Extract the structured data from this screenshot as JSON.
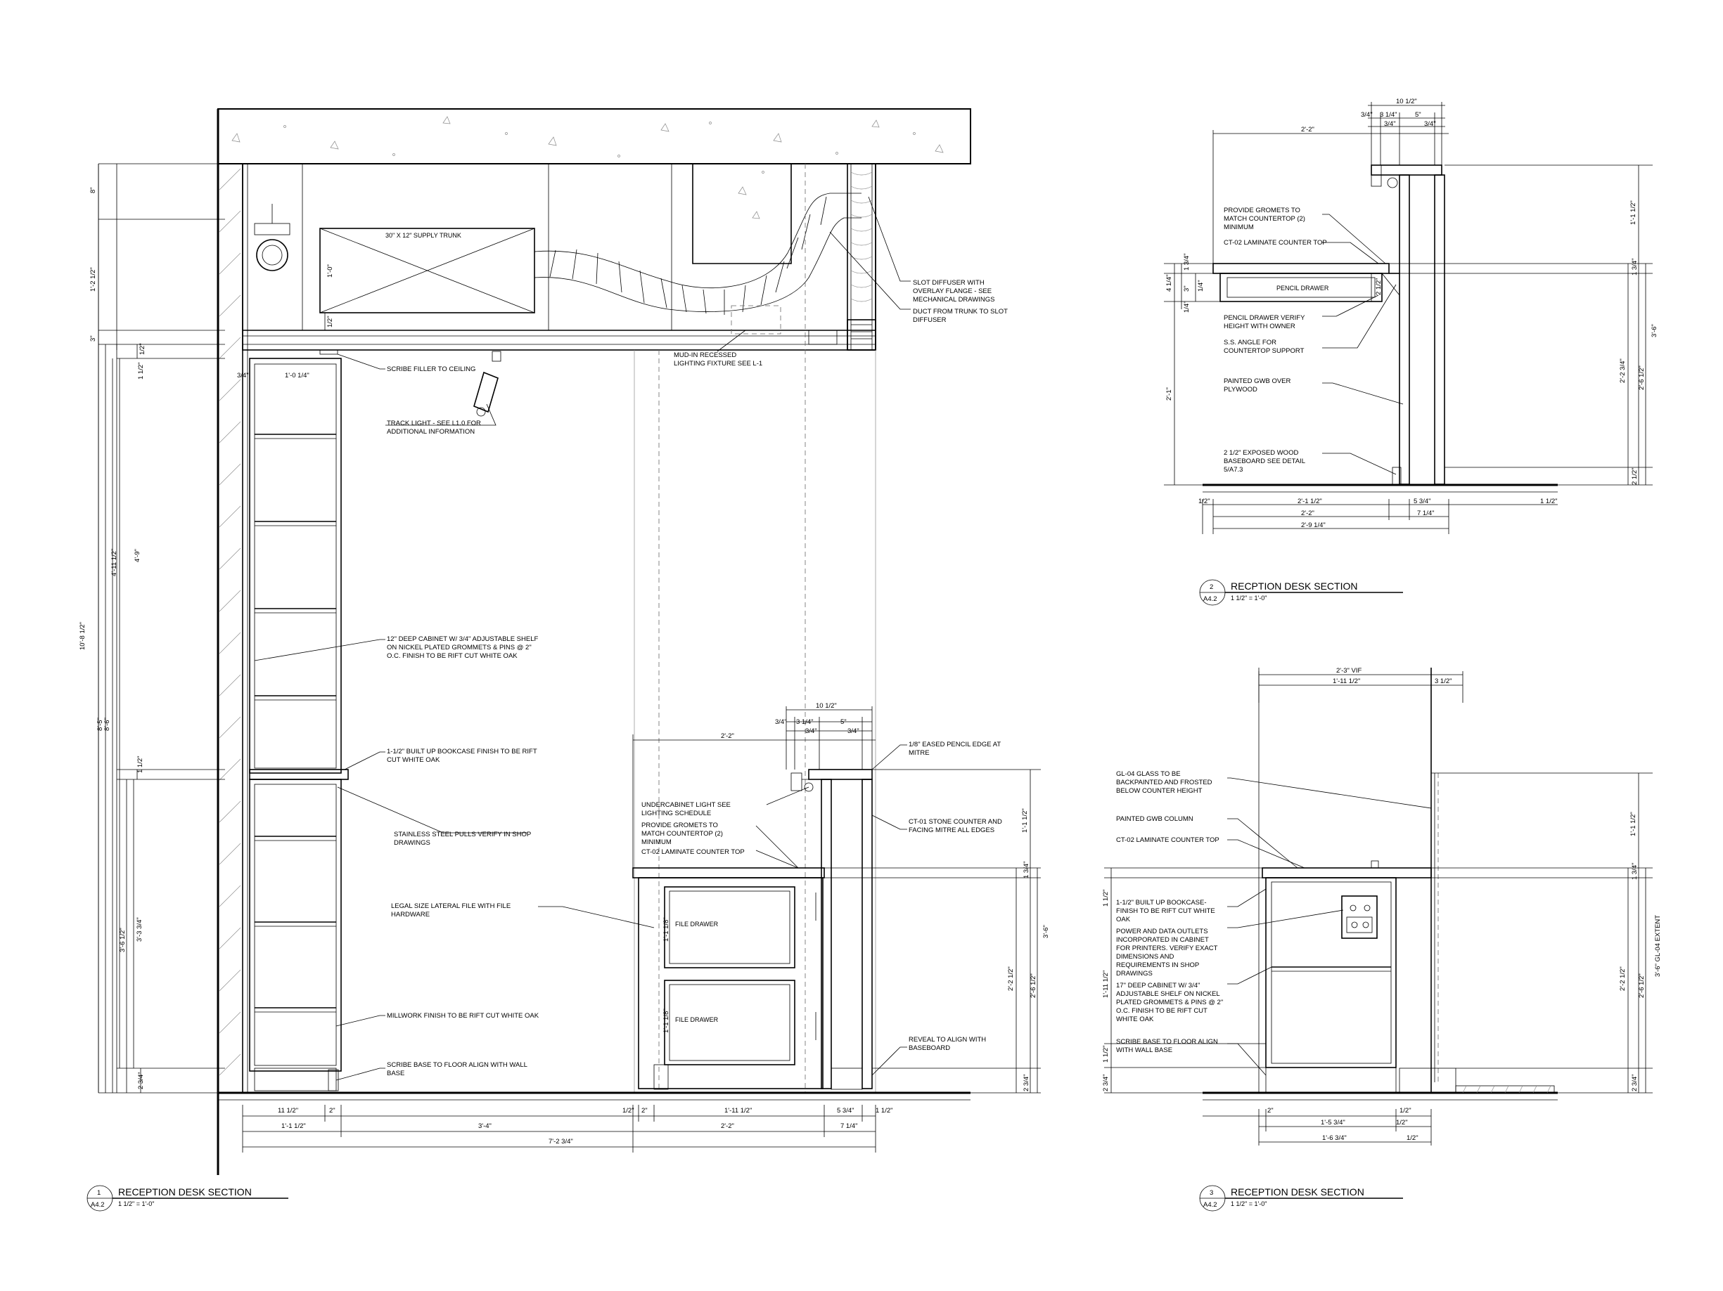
{
  "detail1": {
    "title": "RECEPTION DESK SECTION",
    "number": "1",
    "sheet": "A4.2",
    "scale": "1 1/2\" = 1'-0\"",
    "labels": {
      "supply_trunk": "30\" X 12\" SUPPLY TRUNK",
      "file_drawer_1": "FILE DRAWER",
      "file_drawer_2": "FILE DRAWER"
    },
    "notes": {
      "slot_diffuser": [
        "SLOT DIFFUSER WITH",
        "OVERLAY FLANGE - SEE",
        "MECHANICAL DRAWINGS"
      ],
      "duct_trunk": [
        "DUCT FROM TRUNK TO SLOT",
        "DIFFUSER"
      ],
      "mud_in": [
        "MUD-IN RECESSED",
        "LIGHTING FIXTURE SEE L-1"
      ],
      "scribe_filler": [
        "SCRIBE FILLER TO CEILING"
      ],
      "track_light": [
        "TRACK LIGHT - SEE L1.0 FOR",
        "ADDITIONAL INFORMATION"
      ],
      "cabinet_12": [
        "12\" DEEP CABINET W/ 3/4\" ADJUSTABLE SHELF",
        "ON NICKEL PLATED GROMMETS & PINS @ 2\"",
        "O.C. FINISH TO BE RIFT CUT WHITE OAK"
      ],
      "bookcase": [
        "1-1/2\" BUILT UP BOOKCASE FINISH TO BE RIFT",
        "CUT WHITE OAK"
      ],
      "pulls": [
        "STAINLESS STEEL PULLS VERIFY IN SHOP",
        "DRAWINGS"
      ],
      "lateral_file": [
        "LEGAL SIZE LATERAL FILE WITH FILE",
        "HARDWARE"
      ],
      "millwork": [
        "MILLWORK FINISH TO BE RIFT CUT WHITE OAK"
      ],
      "scribe_base": [
        "SCRIBE BASE TO FLOOR ALIGN WITH WALL",
        "BASE"
      ],
      "undercabinet": [
        "UNDERCABINET LIGHT SEE",
        "LIGHTING SCHEDULE"
      ],
      "grommets": [
        "PROVIDE GROMETS TO",
        "MATCH COUNTERTOP (2)",
        "MINIMUM"
      ],
      "ct02": [
        "CT-02 LAMINATE COUNTER TOP"
      ],
      "pencil_edge": [
        "1/8\" EASED PENCIL EDGE AT",
        "MITRE"
      ],
      "ct01": [
        "CT-01 STONE COUNTER AND",
        "FACING MITRE ALL EDGES"
      ],
      "reveal": [
        "REVEAL TO ALIGN WITH",
        "BASEBOARD"
      ]
    },
    "dims": {
      "d8": "8\"",
      "d1_2_1_2": "1'-2 1/2\"",
      "d3": "3\"",
      "d1_0": "1'-0\"",
      "d1_2": "1/2\"",
      "d1_1_2": "1 1/2\"",
      "d3_4": "3/4\"",
      "d1_0_1_4": "1'-0 1/4\"",
      "d10_8_1_2": "10'-8 1/2\"",
      "d8_5": "8'-5\"",
      "d8_6": "8'-6\"",
      "d4_11_1_2": "4'-11 1/2\"",
      "d4_9": "4'-9\"",
      "d1_1_2b": "1 1/2\"",
      "d3_6_1_2": "3'-6 1/2\"",
      "d3_3_3_4": "3'-3 3/4\"",
      "d2_3_4": "2 3/4\"",
      "d1_1_2c": "1'-1 1/2\"",
      "d1_1_2_right": "1'-1 1/2\"",
      "d3_6": "3'-6\"",
      "d2_2_1_2": "2'-2 1/2\"",
      "d2_6_1_2": "2'-6 1/2\"",
      "d1_3_4": "1 3/4\"",
      "d2_3_4b": "2 3/4\"",
      "d1_1_1_8a": "1'-1 1/8\"",
      "d1_1_1_8b": "1'-1 1/8\"",
      "d10_1_2": "10 1/2\"",
      "d3_4a": "3/4\"",
      "d3_1_4": "3 1/4\"",
      "d5": "5\"",
      "d3_4b": "3/4\"",
      "d3_4c": "3/4\"",
      "d2_2": "2'-2\"",
      "b11_1_2": "11 1/2\"",
      "b2": "2\"",
      "b1_2": "1/2\"",
      "b2b": "2\"",
      "b1_11_1_2": "1'-11 1/2\"",
      "b5_3_4": "5 3/4\"",
      "b1_1_2": "1 1/2\"",
      "b1_1_1_2": "1'-1 1/2\"",
      "b3_4": "3'-4\"",
      "b2_2": "2'-2\"",
      "b7_1_4": "7 1/4\"",
      "b7_2_3_4": "7'-2 3/4\""
    }
  },
  "detail2": {
    "title": "RECPTION DESK SECTION",
    "number": "2",
    "sheet": "A4.2",
    "scale": "1 1/2\" = 1'-0\"",
    "labels": {
      "pencil_drawer": "PENCIL DRAWER"
    },
    "notes": {
      "grommets": [
        "PROVIDE GROMETS TO",
        "MATCH COUNTERTOP (2)",
        "MINIMUM"
      ],
      "ct02": [
        "CT-02 LAMINATE COUNTER TOP"
      ],
      "pencil_verify": [
        "PENCIL DRAWER VERIFY",
        "HEIGHT WITH OWNER"
      ],
      "ss_angle": [
        "S.S. ANGLE FOR",
        "COUNTERTOP SUPPORT"
      ],
      "gwb": [
        "PAINTED GWB OVER",
        "PLYWOOD"
      ],
      "baseboard": [
        "2 1/2\" EXPOSED WOOD",
        "BASEBOARD SEE DETAIL",
        "5/A7.3"
      ]
    },
    "dims": {
      "t10_1_2": "10 1/2\"",
      "t3_4": "3/4\"",
      "t3_1_4": "3 1/4\"",
      "t5": "5\"",
      "t3_4b": "3/4\"",
      "t3_4c": "3/4\"",
      "t2_2": "2'-2\"",
      "l4_1_4": "4 1/4\"",
      "l3": "3\"",
      "l1_4": "1/4\"",
      "l1_4b": "1/4\"",
      "l1_3_4": "1 3/4\"",
      "l2_1": "2'-1\"",
      "i2_1_2": "2 1/2\"",
      "r1_1_1_2": "1'-1 1/2\"",
      "r1_3_4": "1 3/4\"",
      "r2_2_3_4": "2'-2 3/4\"",
      "r2_6_1_2": "2'-6 1/2\"",
      "r2_1_2": "2 1/2\"",
      "r3_6": "3'-6\"",
      "b1_2": "1/2\"",
      "b2_1_1_2": "2'-1 1/2\"",
      "b5_3_4": "5 3/4\"",
      "b1_1_2": "1 1/2\"",
      "b2_2": "2'-2\"",
      "b7_1_4": "7 1/4\"",
      "b2_9_1_4": "2'-9 1/4\""
    }
  },
  "detail3": {
    "title": "RECEPTION DESK SECTION",
    "number": "3",
    "sheet": "A4.2",
    "scale": "1 1/2\" = 1'-0\"",
    "notes": {
      "glass": [
        "GL-04 GLASS TO BE",
        "BACKPAINTED AND FROSTED",
        "BELOW COUNTER HEIGHT"
      ],
      "gwb_column": [
        "PAINTED GWB COLUMN"
      ],
      "ct02": [
        "CT-02 LAMINATE COUNTER TOP"
      ],
      "bookcase": [
        "1-1/2\" BUILT UP BOOKCASE-",
        "FINISH TO BE RIFT CUT WHITE",
        "OAK"
      ],
      "outlets": [
        "POWER AND DATA OUTLETS",
        "INCORPORATED IN CABINET",
        "FOR PRINTERS. VERIFY EXACT",
        "DIMENSIONS AND",
        "REQUIREMENTS IN SHOP",
        "DRAWINGS"
      ],
      "cabinet_17": [
        "17\" DEEP CABINET W/ 3/4\"",
        "ADJUSTABLE SHELF ON NICKEL",
        "PLATED GROMMETS & PINS @ 2\"",
        "O.C. FINISH TO BE RIFT CUT",
        "WHITE OAK"
      ],
      "scribe_base": [
        "SCRIBE BASE TO FLOOR ALIGN",
        "WITH WALL BASE"
      ]
    },
    "dims": {
      "t2_3_vif": "2'-3\" VIF",
      "t1_11_1_2": "1'-11 1/2\"",
      "t3_1_2": "3 1/2\"",
      "l1_1_2": "1 1/2\"",
      "l1_11_1_2": "1'-11 1/2\"",
      "l1_1_2b": "1 1/2\"",
      "l2_3_4": "2 3/4\"",
      "r1_1_1_2": "1'-1 1/2\"",
      "r1_3_4": "1 3/4\"",
      "r2_2_1_2": "2'-2 1/2\"",
      "r2_6_1_2": "2'-6 1/2\"",
      "r3_6_ext": "3'-6\" GL-04 EXTENT",
      "r2_3_4": "2 3/4\"",
      "b2": "2\"",
      "b1_2": "1/2\"",
      "b1_5_3_4": "1'-5 3/4\"",
      "b1_2b": "1/2\"",
      "b1_6_3_4": "1'-6 3/4\"",
      "b1_2c": "1/2\""
    }
  }
}
